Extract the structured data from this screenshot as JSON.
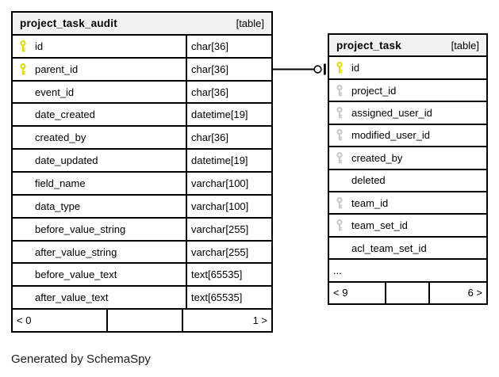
{
  "footer_note": "Generated by SchemaSpy",
  "colors": {
    "header_bg": "#f2f2f2",
    "row_bg": "#ffffff",
    "border": "#000000",
    "primary_key": "#dedc00",
    "index_key": "#c9c9c9"
  },
  "relationship": {
    "from": {
      "table": "project_task_audit",
      "column": "parent_id"
    },
    "to": {
      "table": "project_task",
      "column": "id"
    },
    "end_marker": "zero-or-one"
  },
  "tables": [
    {
      "name": "project_task_audit",
      "badge": "[table]",
      "columns": [
        {
          "name": "id",
          "type": "char[36]",
          "key": "primary"
        },
        {
          "name": "parent_id",
          "type": "char[36]",
          "key": "primary"
        },
        {
          "name": "event_id",
          "type": "char[36]",
          "key": "none"
        },
        {
          "name": "date_created",
          "type": "datetime[19]",
          "key": "none"
        },
        {
          "name": "created_by",
          "type": "char[36]",
          "key": "none"
        },
        {
          "name": "date_updated",
          "type": "datetime[19]",
          "key": "none"
        },
        {
          "name": "field_name",
          "type": "varchar[100]",
          "key": "none"
        },
        {
          "name": "data_type",
          "type": "varchar[100]",
          "key": "none"
        },
        {
          "name": "before_value_string",
          "type": "varchar[255]",
          "key": "none"
        },
        {
          "name": "after_value_string",
          "type": "varchar[255]",
          "key": "none"
        },
        {
          "name": "before_value_text",
          "type": "text[65535]",
          "key": "none"
        },
        {
          "name": "after_value_text",
          "type": "text[65535]",
          "key": "none"
        }
      ],
      "footer": {
        "left": "< 0",
        "middle": "",
        "right": "1 >"
      }
    },
    {
      "name": "project_task",
      "badge": "[table]",
      "columns": [
        {
          "name": "id",
          "key": "primary"
        },
        {
          "name": "project_id",
          "key": "index"
        },
        {
          "name": "assigned_user_id",
          "key": "index"
        },
        {
          "name": "modified_user_id",
          "key": "index"
        },
        {
          "name": "created_by",
          "key": "index"
        },
        {
          "name": "deleted",
          "key": "none"
        },
        {
          "name": "team_id",
          "key": "index"
        },
        {
          "name": "team_set_id",
          "key": "index"
        },
        {
          "name": "acl_team_set_id",
          "key": "none"
        }
      ],
      "ellipsis": "...",
      "footer": {
        "left": "< 9",
        "middle": "",
        "right": "6 >"
      }
    }
  ]
}
